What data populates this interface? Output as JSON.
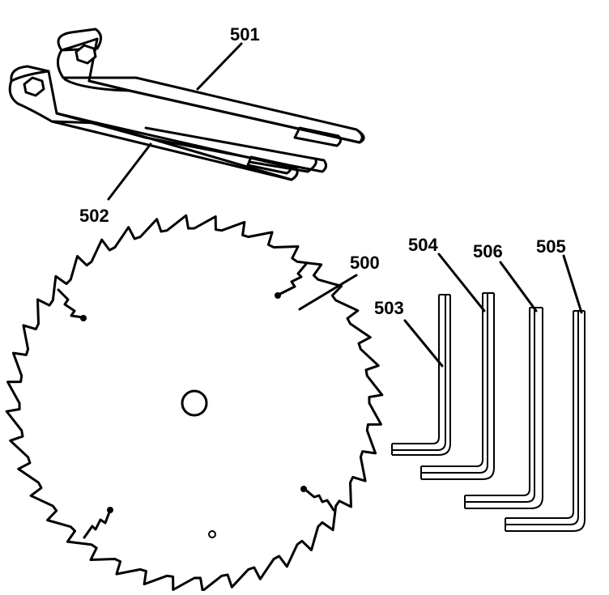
{
  "parts": {
    "blade": {
      "number": "500"
    },
    "wrench_top": {
      "number": "501"
    },
    "wrench_bottom": {
      "number": "502"
    },
    "hex_key_a": {
      "number": "503"
    },
    "hex_key_b": {
      "number": "504"
    },
    "hex_key_c": {
      "number": "505"
    },
    "hex_key_d": {
      "number": "506"
    }
  },
  "colors": {
    "ink": "#000000",
    "paper": "#ffffff"
  }
}
